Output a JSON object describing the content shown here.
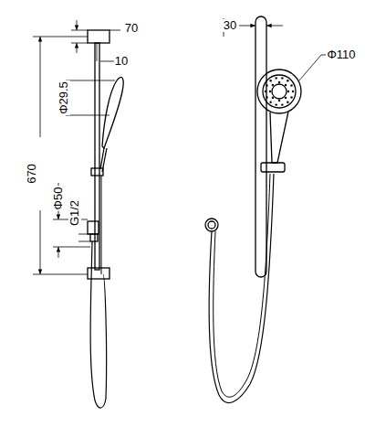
{
  "diagram": {
    "labels": [
      "70",
      "10",
      "Φ29.5",
      "670",
      "Φ50",
      "G1/2",
      "30",
      "Φ110"
    ]
  }
}
